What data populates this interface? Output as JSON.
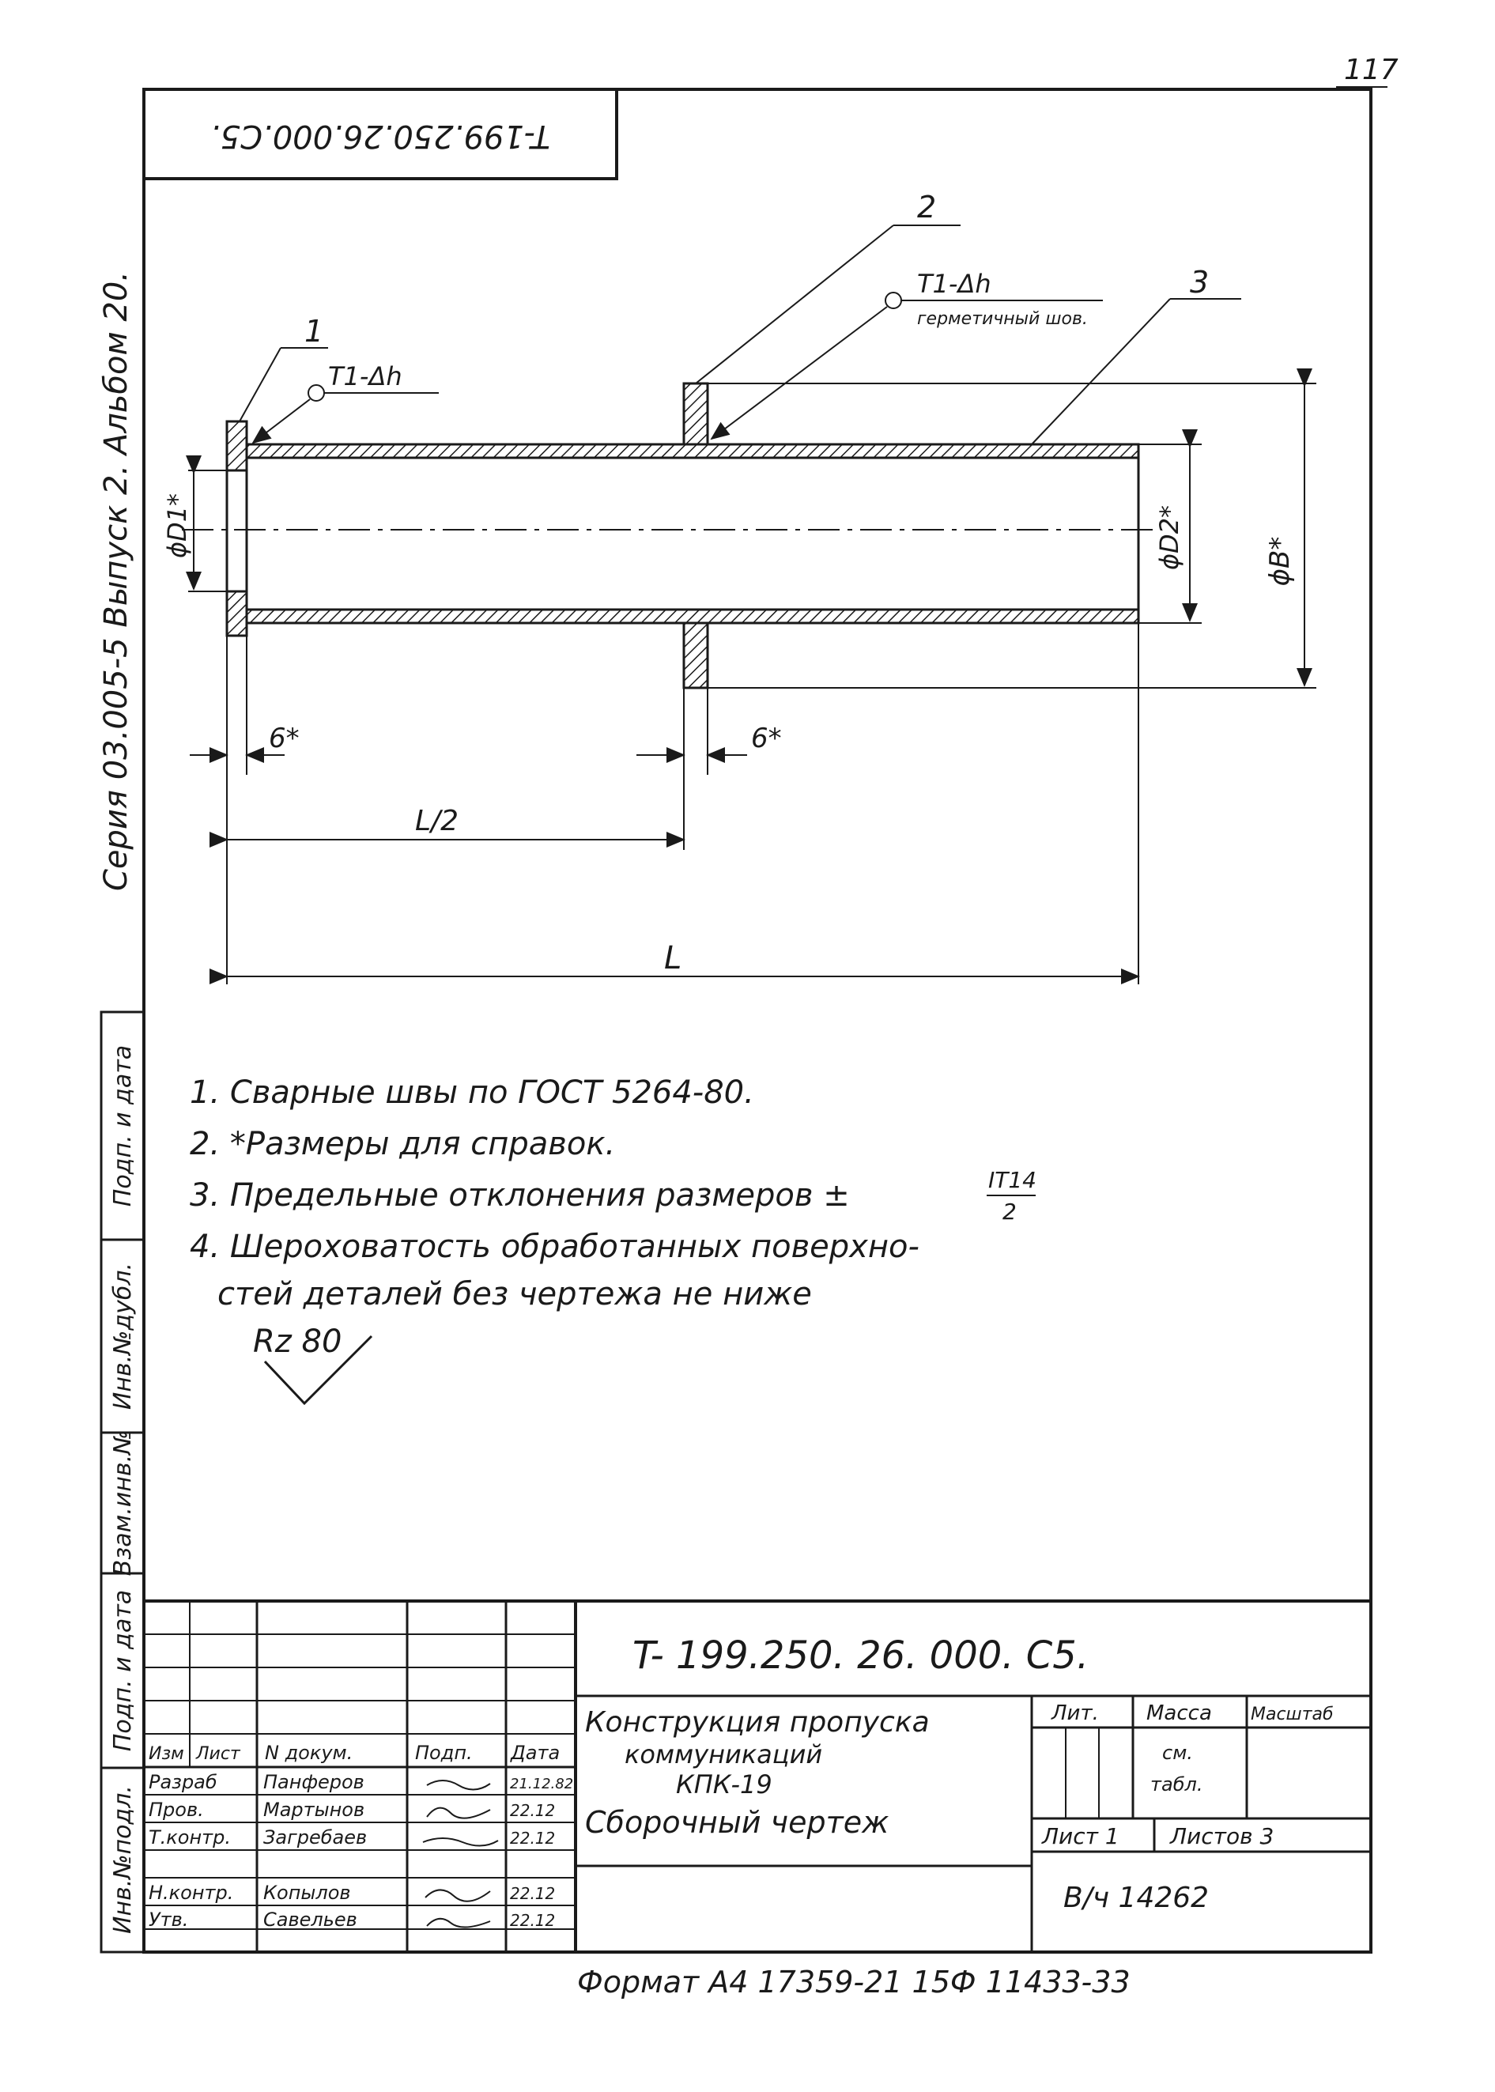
{
  "page_number": "117",
  "header": {
    "doc_code_rotated": "T-199.250.26.000.C5.",
    "series_vertical": "Серия 03.005-5 Выпуск 2. Альбом 20."
  },
  "left_strip": {
    "fields": [
      "Подп. и дата",
      "Инв.№дубл.",
      "Взам.инв.№",
      "Подп. и дата",
      "Инв.№подл."
    ]
  },
  "drawing": {
    "callouts": [
      "1",
      "2",
      "3"
    ],
    "weld_label_left": "T1-Δh",
    "weld_label_top": "T1-Δh",
    "weld_note": "герметичный шов.",
    "dim_d1": "ϕD1*",
    "dim_d2": "ϕD2*",
    "dim_b": "ϕB*",
    "dim_6_left": "6*",
    "dim_6_right": "6*",
    "dim_half_l": "L/2",
    "dim_l": "L"
  },
  "notes": [
    "1. Сварные швы по ГОСТ 5264-80.",
    "2. *Размеры для справок.",
    "3. Предельные отклонения размеров ±",
    "4. Шероховатость обработанных поверхно-",
    "стей деталей без чертежа не ниже",
    "Rz 80"
  ],
  "note3_fraction": {
    "numerator": "IT14",
    "denominator": "2"
  },
  "title_block": {
    "doc_code": "T- 199.250. 26. 000. C5.",
    "title_lines": [
      "Конструкция пропуска",
      "коммуникаций",
      "КПК-19",
      "Сборочный чертеж"
    ],
    "col_headers": [
      "Изм",
      "Лист",
      "N докум.",
      "Подп.",
      "Дата"
    ],
    "rows": [
      {
        "role": "Разраб",
        "name": "Панферов",
        "date": "21.12.82"
      },
      {
        "role": "Пров.",
        "name": "Мартынов",
        "date": "22.12"
      },
      {
        "role": "Т.контр.",
        "name": "Загребаев",
        "date": "22.12"
      },
      {
        "role": "Н.контр.",
        "name": "Копылов",
        "date": "22.12"
      },
      {
        "role": "Утв.",
        "name": "Савельев",
        "date": "22.12"
      }
    ],
    "lit_label": "Лит.",
    "mass_label": "Масса",
    "scale_label": "Масштаб",
    "mass_value_1": "см.",
    "mass_value_2": "табл.",
    "sheet_label": "Лист 1",
    "sheets_label": "Листов 3",
    "org": "В/ч 14262"
  },
  "footer": "Формат А4 17359-21 15Ф 11433-33"
}
